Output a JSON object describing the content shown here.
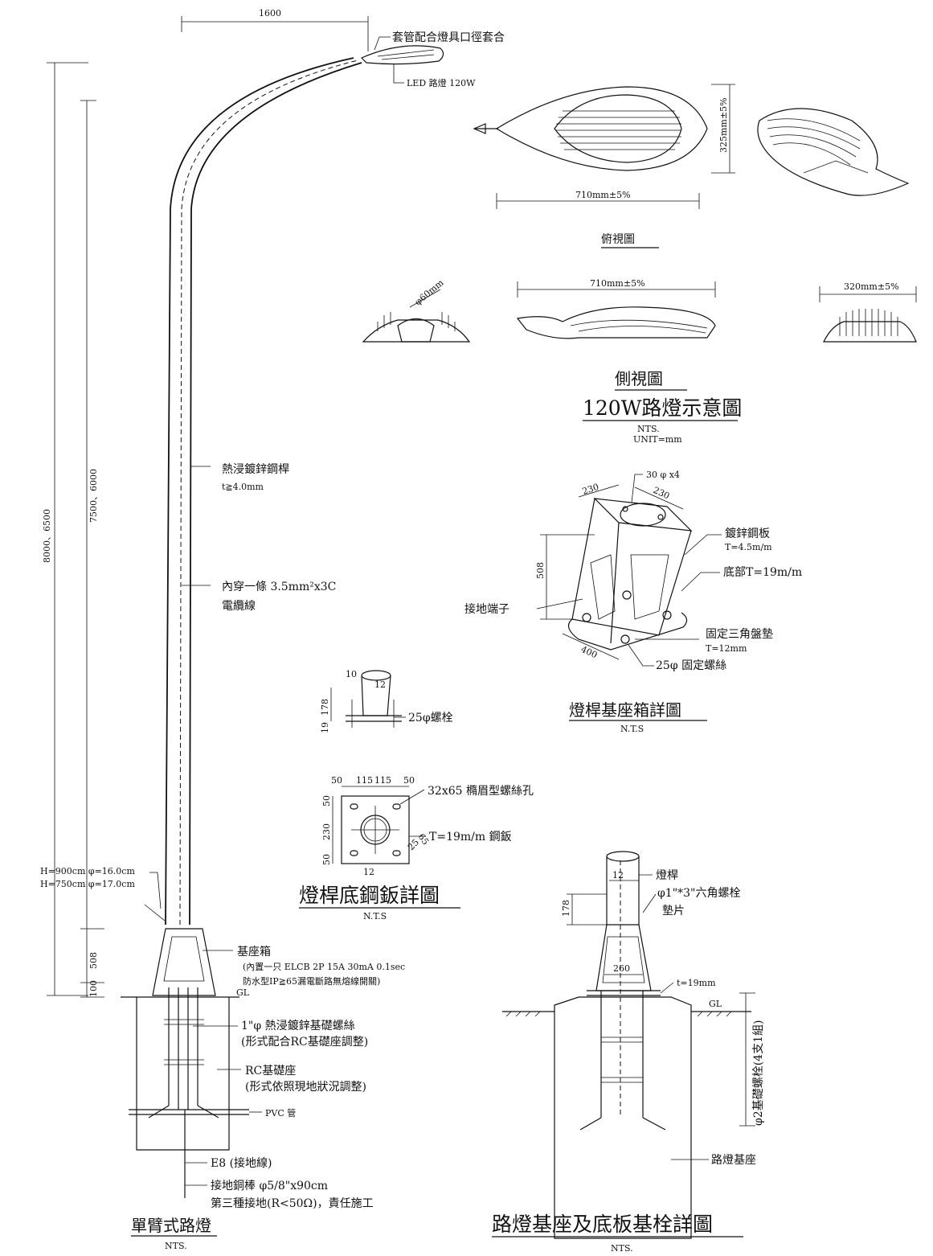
{
  "pole_drawing": {
    "arm_reach": "1600",
    "sleeve_note": "套管配合燈具口徑套合",
    "led_label": "LED 路燈 120W",
    "height_total": "8000、6500",
    "height_pole": "7500、6000",
    "pole_material": "熱浸鍍鋅鋼桿",
    "pole_thickness": "t≧4.0mm",
    "cable_line1": "內穿一條 3.5mm²x3C",
    "cable_line2": "電纜線",
    "dia_row1": "H=900cm  φ=16.0cm",
    "dia_row2": "H=750cm  φ=17.0cm",
    "dim_508": "508",
    "dim_100": "100",
    "base_box": "基座箱",
    "base_box_note1": "(內置一只 ELCB 2P 15A 30mA 0.1sec",
    "base_box_note2": "防水型IP≧65漏電斷路無熔線開關)",
    "gl": "GL",
    "bolt_line1": "1\"φ 熱浸鍍鋅基礎螺絲",
    "bolt_line2": "(形式配合RC基礎座調整)",
    "rc_base_line1": "RC基礎座",
    "rc_base_line2": "(形式依照現地狀況調整)",
    "pvc": "PVC 管",
    "e8": "E8 (接地線)",
    "ground_rod": "接地銅棒 φ5/8\"x90cm",
    "ground_class": "第三種接地(R<50Ω)，責任施工",
    "title": "單臂式路燈",
    "nts": "NTS."
  },
  "lamp_drawing": {
    "dim_325": "325mm±5%",
    "dim_710_top": "710mm±5%",
    "top_view": "俯視圖",
    "dim_710_side": "710mm±5%",
    "dim_320": "320mm±5%",
    "dia_60": "φ60mm",
    "side_view": "側視圖",
    "title": "120W路燈示意圖",
    "nts": "NTS.",
    "unit": "UNIT=mm"
  },
  "base_box_detail": {
    "dim_230a": "230",
    "dim_230b": "230",
    "holes": "30 φ x4",
    "plate": "鍍鋅鋼板",
    "plate_t": "T=4.5m/m",
    "bottom": "底部T=19m/m",
    "dim_508": "508",
    "ground_terminal": "接地端子",
    "washer": "固定三角盤墊",
    "washer_t": "T=12mm",
    "dim_400": "400",
    "bolt": "25φ 固定螺絲",
    "title": "燈桿基座箱詳圖",
    "nts": "N.T.S"
  },
  "small_detail": {
    "dim_10": "10",
    "dim_12": "12",
    "dim_178": "178",
    "dim_19": "19",
    "bolt": "25φ螺栓"
  },
  "plate_detail": {
    "dim_top": [
      "50",
      "115",
      "115",
      "50"
    ],
    "dim_50a": "50",
    "dim_230": "230",
    "dim_50b": "50",
    "dim_12": "12",
    "dim_65": "65",
    "dim_25": "25",
    "slot": "32x65 橢眉型螺絲孔",
    "plate": "T=19m/m 鋼鈑",
    "title": "燈桿底鋼鈑詳圖",
    "nts": "N.T.S"
  },
  "foundation_detail": {
    "dim_12": "12",
    "pole": "燈桿",
    "hex_bolt": "φ1\"*3\"六角螺栓",
    "washer": "墊片",
    "dim_178": "178",
    "dim_260": "260",
    "plate_t": "t=19mm",
    "gl": "GL",
    "anchor": "φ2基礎螺栓(4支1組)",
    "base": "路燈基座",
    "title": "路燈基座及底板基栓詳圖",
    "nts": "NTS."
  }
}
